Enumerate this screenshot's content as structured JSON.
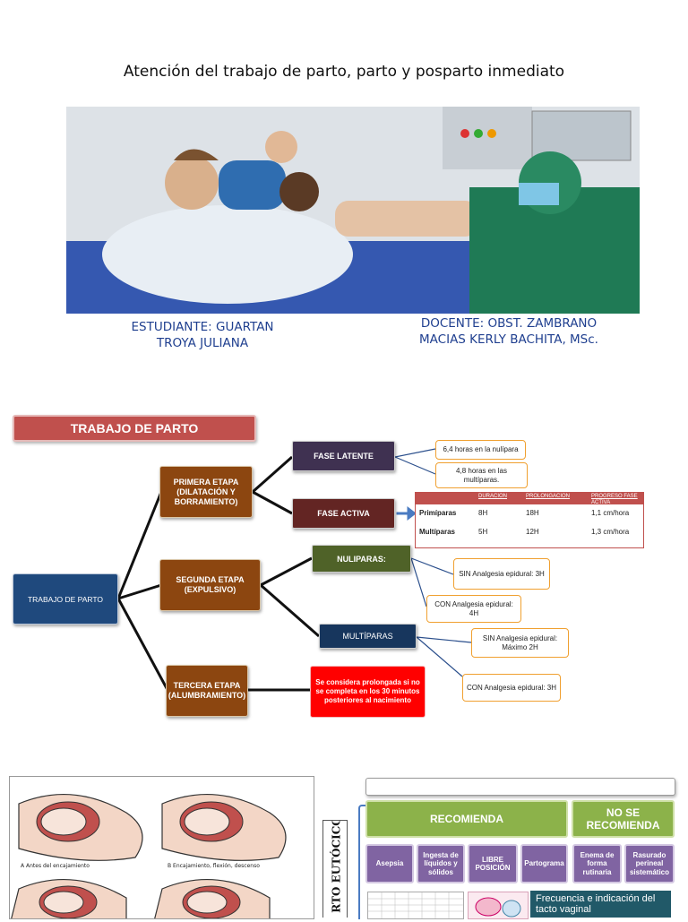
{
  "title": "Atención del trabajo de parto, parto y posparto inmediato",
  "student": "ESTUDIANTE: GUARTAN TROYA JULIANA",
  "teacher": "DOCENTE: OBST. ZAMBRANO MACIAS KERLY BACHITA, MSc.",
  "diagram": {
    "header": "TRABAJO DE PARTO",
    "root": "TRABAJO DE PARTO",
    "stage1": "PRIMERA ETAPA (DILATACIÓN Y BORRAMIENTO)",
    "stage2": "SEGUNDA ETAPA (EXPULSIVO)",
    "stage3": "TERCERA ETAPA (ALUMBRAMIENTO)",
    "latent": "FASE LATENTE",
    "active": "FASE ACTIVA",
    "latent_nul": "6,4 horas en la nulípara",
    "latent_mul": "4,8 horas en las multíparas.",
    "nuliparas": "NULIPARAS:",
    "multiparas": "MULTÍPARAS",
    "nul_sin": "SIN Analgesia epidural: 3H",
    "nul_con": "CON Analgesia epidural: 4H",
    "mul_sin": "SIN Analgesia epidural: Máximo 2H",
    "mul_con": "CON Analgesia epidural: 3H",
    "stage3_note": "Se considera prolongada si no se completa en los 30 minutos posteriores al nacimiento",
    "table": {
      "headers": [
        "DURACION",
        "PROLONGACION",
        "PROGRESO FASE ACTIVA"
      ],
      "rows": [
        {
          "label": "Primíparas",
          "dur": "8H",
          "prol": "18H",
          "prog": "1,1 cm/hora"
        },
        {
          "label": "Multíparas",
          "dur": "5H",
          "prol": "12H",
          "prog": "1,3 cm/hora"
        }
      ]
    }
  },
  "figure": {
    "label_a": "A  Antes del encajamiento",
    "label_b": "B  Encajamiento, flexión, descenso"
  },
  "eutocic": {
    "side_label": "RTO EUTÓCICO",
    "recomienda": "RECOMIENDA",
    "no_recomienda": "NO SE RECOMIENDA",
    "items": [
      "Asepsia",
      "Ingesta de líquidos y sólidos",
      "LIBRE POSICIÓN",
      "Partograma",
      "Enema de forma rutinaria",
      "Rasurado perineal sistemático"
    ],
    "tacto": "Frecuencia e indicación del tacto vaginal"
  }
}
